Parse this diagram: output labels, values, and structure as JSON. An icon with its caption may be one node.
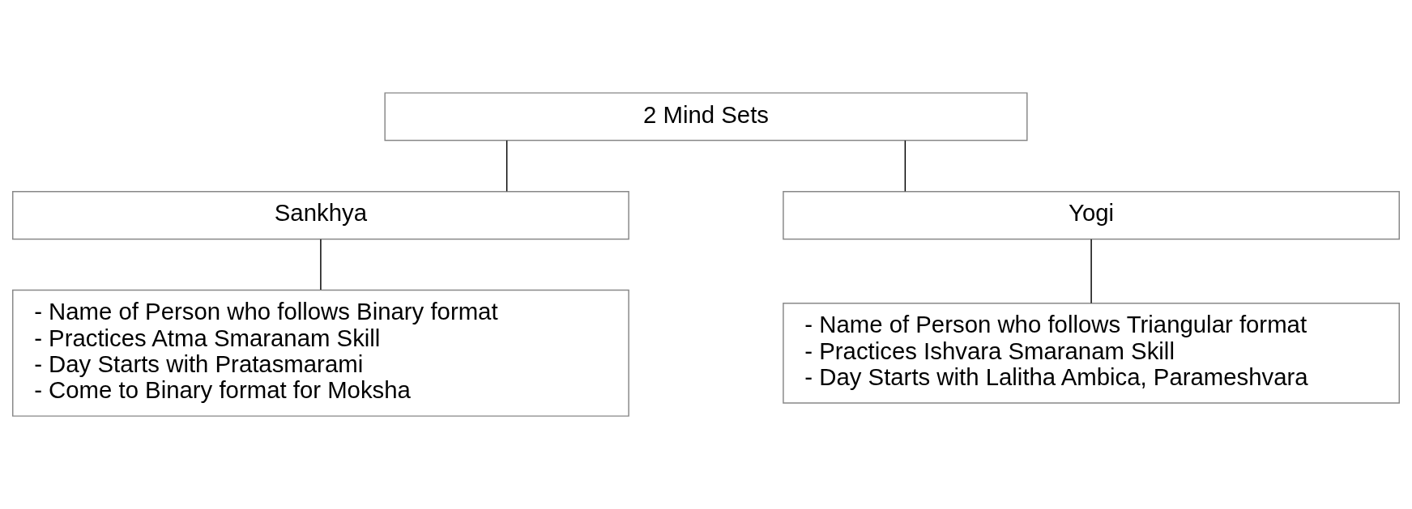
{
  "diagram": {
    "nodes": [
      {
        "text": [
          "2 Mind Sets"
        ]
      },
      {
        "text": [
          "Sankhya"
        ]
      },
      {
        "text": [
          "Yogi"
        ]
      },
      {
        "text": [
          "- Name of Person who follows Binary format",
          "- Practices Atma Smaranam Skill",
          "- Day Starts with Pratasmarami",
          "- Come to Binary format for Moksha"
        ]
      },
      {
        "text": [
          "- Name of Person who follows Triangular format",
          "- Practices Ishvara Smaranam Skill",
          "- Day Starts with Lalitha Ambica, Parameshvara"
        ]
      }
    ],
    "edges": [
      {
        "from": 0,
        "to": 1,
        "arrow": "none"
      },
      {
        "from": 0,
        "to": 2,
        "arrow": "none"
      },
      {
        "from": 1,
        "to": 3,
        "arrow": "none"
      },
      {
        "from": 2,
        "to": 4,
        "arrow": "none"
      }
    ]
  }
}
